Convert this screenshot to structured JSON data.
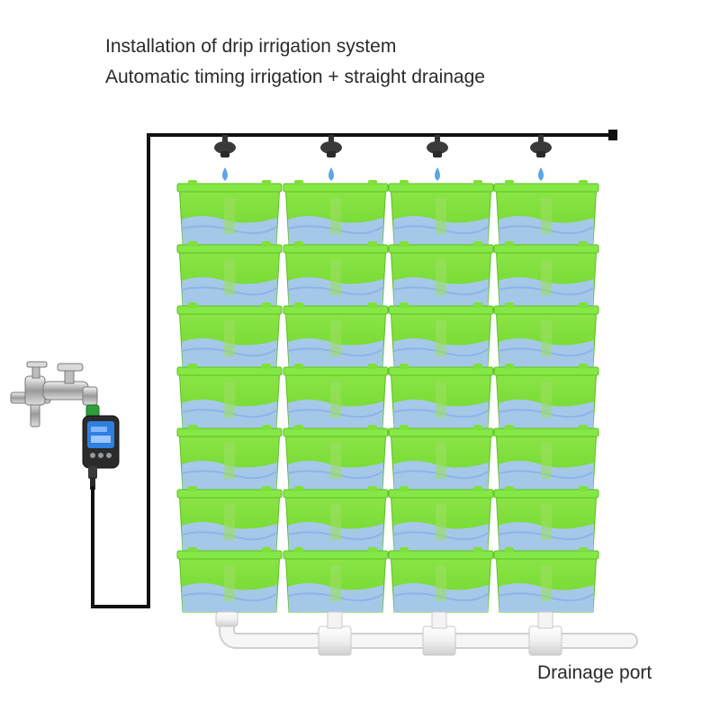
{
  "header": {
    "title_line1": "Installation of drip irrigation system",
    "title_line2": "Automatic timing irrigation + straight drainage"
  },
  "labels": {
    "drainage_port": "Drainage port"
  },
  "planter_grid": {
    "columns": 4,
    "rows": 7
  },
  "colors": {
    "planter_green": "#7fe03a",
    "water_blue": "#a9c7f2",
    "feed_pipe": "#111111",
    "drain_pipe": "#f2f2f2",
    "drip_water": "#5ba6e6",
    "timer_screen": "#2f7fe0"
  },
  "icons": [
    "water-tap-icon",
    "irrigation-timer-icon",
    "drip-emitter-icon",
    "water-drop-icon",
    "drain-pipe-icon"
  ]
}
